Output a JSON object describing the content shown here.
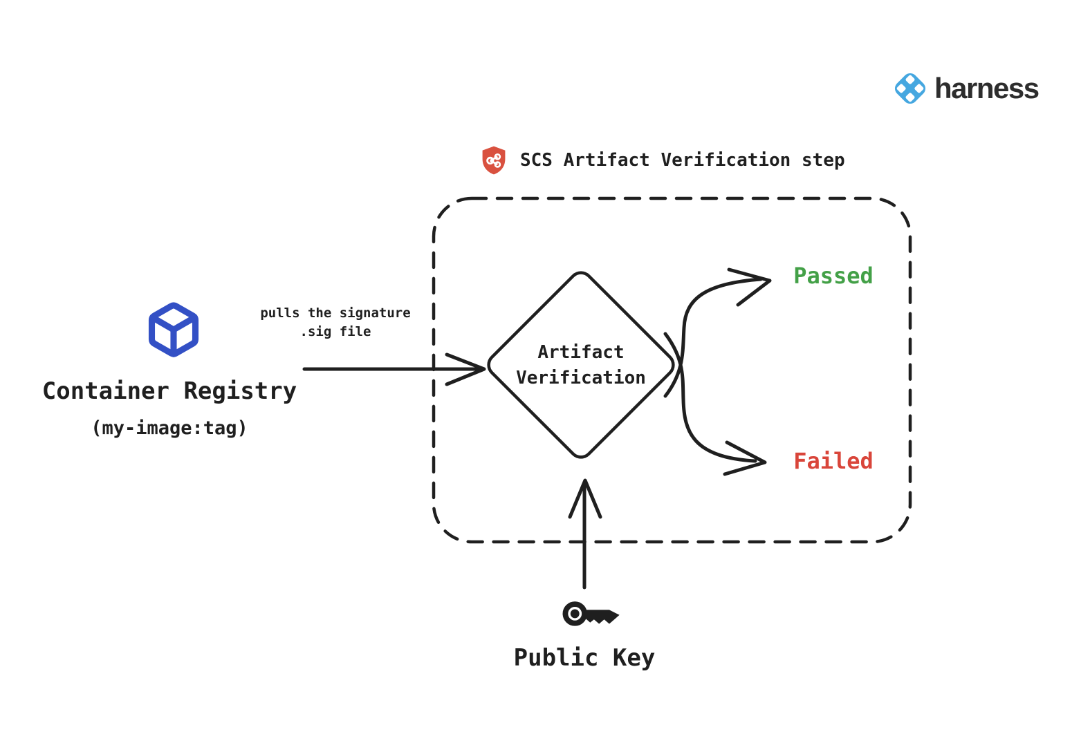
{
  "brand": {
    "name": "harness",
    "logo_color": "#45a7e0",
    "text_color": "#2d2d2d"
  },
  "title": {
    "text": "SCS Artifact Verification step",
    "shield_icon": "shield-with-graph",
    "shield_color": "#d9513f"
  },
  "registry": {
    "label": "Container Registry",
    "sublabel": "(my-image:tag)",
    "icon": "cube-box-icon",
    "icon_color": "#3350c5"
  },
  "pull_edge": {
    "label_line1": "pulls the signature",
    "label_line2": ".sig file"
  },
  "step_node": {
    "line1": "Artifact",
    "line2": "Verification"
  },
  "outcomes": {
    "passed": {
      "label": "Passed",
      "color": "#43a047"
    },
    "failed": {
      "label": "Failed",
      "color": "#d9453a"
    }
  },
  "public_key": {
    "label": "Public Key",
    "icon": "key-icon"
  },
  "ink": "#1f1f1f"
}
